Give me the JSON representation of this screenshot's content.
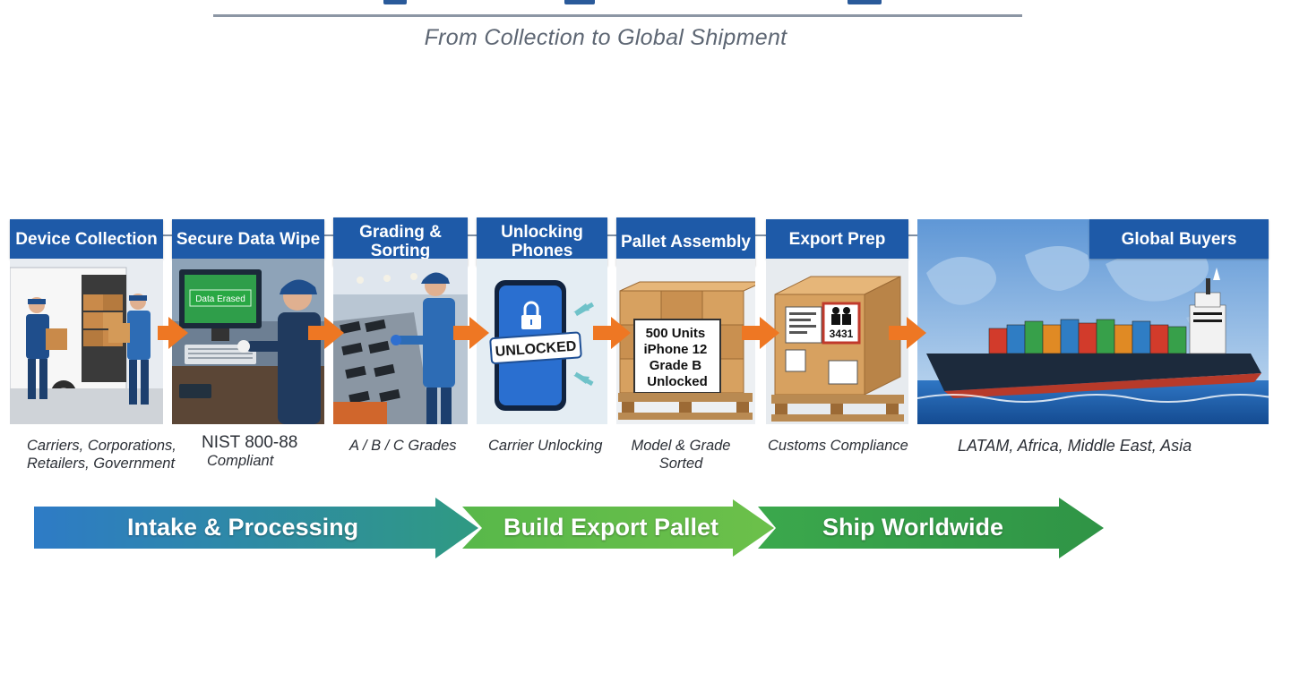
{
  "subtitle": "From Collection to Global Shipment",
  "stages": [
    {
      "title": "Device Collection",
      "caption": "Carriers, Corporations, Retailers, Government"
    },
    {
      "title": "Secure Data Wipe",
      "caption_main": "NIST 800-88",
      "caption_sub": "Compliant",
      "screen_text": "Data Erased"
    },
    {
      "title": "Grading & Sorting",
      "caption": "A / B / C Grades"
    },
    {
      "title": "Unlocking Phones",
      "caption": "Carrier Unlocking",
      "badge_text": "UNLOCKED",
      "icon": "padlock-icon"
    },
    {
      "title": "Pallet Assembly",
      "caption_line1": "Model & Grade",
      "caption_line2": "Sorted",
      "sign": [
        "500 Units",
        "iPhone 12",
        "Grade B",
        "Unlocked"
      ]
    },
    {
      "title": "Export Prep",
      "caption": "Customs Compliance",
      "label_number": "3431"
    },
    {
      "title": "Global Buyers",
      "caption": "LATAM, Africa, Middle East, Asia"
    }
  ],
  "phases": [
    {
      "label": "Intake & Processing",
      "color": "#2f7dc4"
    },
    {
      "label": "Build Export Pallet",
      "color": "#5bb446"
    },
    {
      "label": "Ship Worldwide",
      "color": "#3aa04a"
    }
  ],
  "colors": {
    "header_blue": "#1e5aa8",
    "arrow_orange": "#ee7723"
  }
}
